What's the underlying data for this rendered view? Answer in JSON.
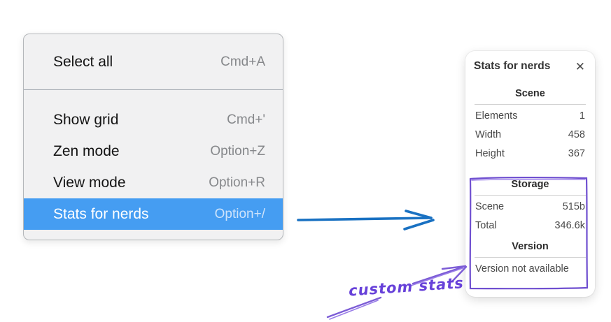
{
  "menu": {
    "sections": [
      {
        "items": [
          {
            "label": "Select all",
            "shortcut": "Cmd+A"
          }
        ]
      },
      {
        "items": [
          {
            "label": "Show grid",
            "shortcut": "Cmd+'"
          },
          {
            "label": "Zen mode",
            "shortcut": "Option+Z"
          },
          {
            "label": "View mode",
            "shortcut": "Option+R"
          },
          {
            "label": "Stats for nerds",
            "shortcut": "Option+/",
            "state": "highlighted"
          }
        ]
      }
    ]
  },
  "stats_panel": {
    "title": "Stats for nerds",
    "close_glyph": "✕",
    "sections": [
      {
        "header": "Scene",
        "rows": [
          [
            "Elements",
            "1"
          ],
          [
            "Width",
            "458"
          ],
          [
            "Height",
            "367"
          ]
        ]
      },
      {
        "header": "Storage",
        "rows": [
          [
            "Scene",
            "515b"
          ],
          [
            "Total",
            "346.6k"
          ]
        ]
      },
      {
        "header": "Version",
        "rows": [],
        "note": "Version not available"
      }
    ]
  },
  "annotations": {
    "custom_stats_label": "custom stats",
    "blue_arrow_color": "#1971c2",
    "purple_color": "#6741d9",
    "menu_highlight_color": "#459df2"
  }
}
